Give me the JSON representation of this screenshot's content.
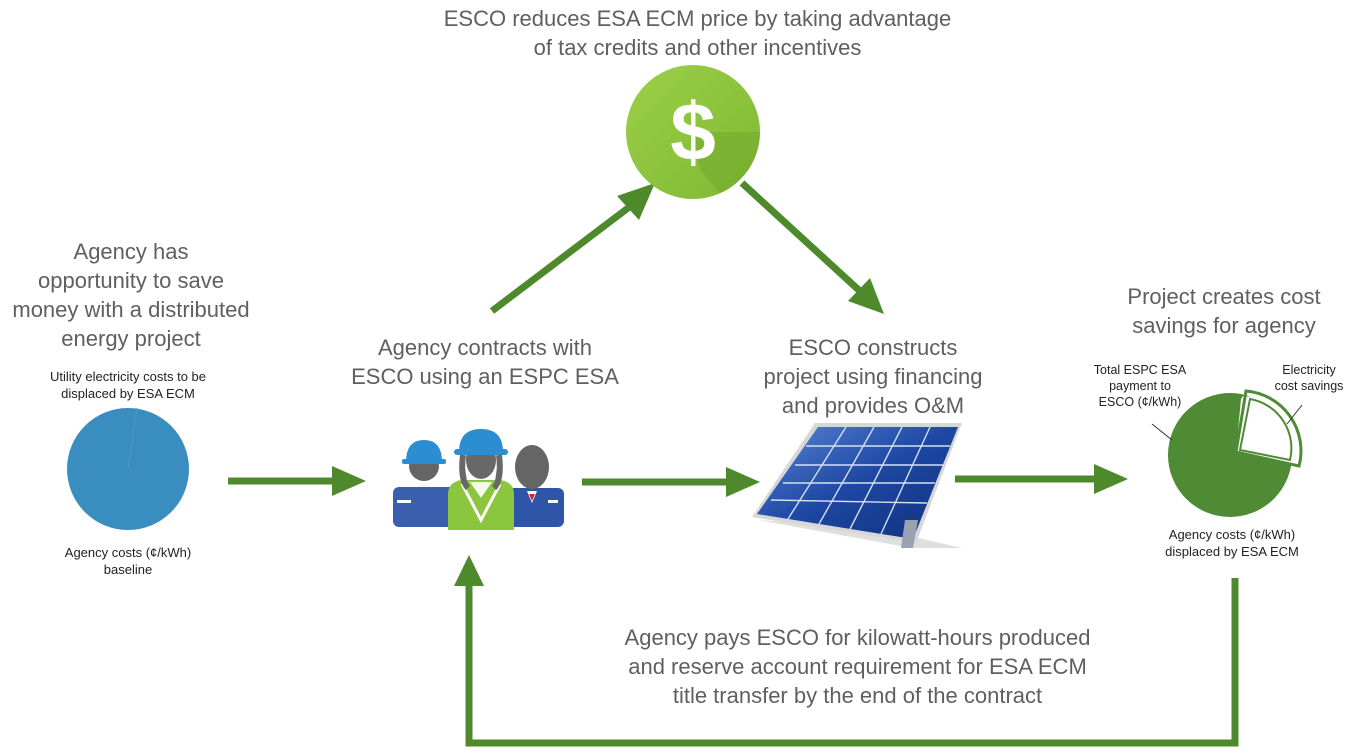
{
  "colors": {
    "arrow_green": "#4e8a2c",
    "dollar_green": "#8cc63f",
    "baseline_blue": "#3a8ebf",
    "pie_green": "#4f8b35",
    "panel_blue": "#1f4fa8"
  },
  "top": {
    "caption": "ESCO reduces ESA ECM price by taking advantage\nof tax credits and other incentives",
    "icon": "dollar-sign-icon",
    "icon_text": "$"
  },
  "left": {
    "title": "Agency has\nopportunity to save\nmoney with a distributed\nenergy project",
    "pie_top_label": "Utility electricity costs to be\ndisplaced by ESA ECM",
    "pie_bottom_label": "Agency costs (¢/kWh)\nbaseline"
  },
  "middle": {
    "caption": "Agency contracts with\nESCO using an ESPC ESA",
    "icon": "workers-group-icon"
  },
  "construct": {
    "caption": "ESCO constructs\nproject using financing\nand provides O&M",
    "icon": "solar-panel-icon"
  },
  "right": {
    "title": "Project creates cost\nsavings for agency",
    "label_payment": "Total ESPC ESA\npayment to\nESCO (¢/kWh)",
    "label_savings": "Electricity\ncost savings",
    "label_displaced": "Agency costs (¢/kWh)\ndisplaced by ESA ECM"
  },
  "bottom": {
    "caption": "Agency pays ESCO for kilowatt-hours produced\nand reserve account requirement for ESA ECM\ntitle transfer by the end of the contract"
  }
}
